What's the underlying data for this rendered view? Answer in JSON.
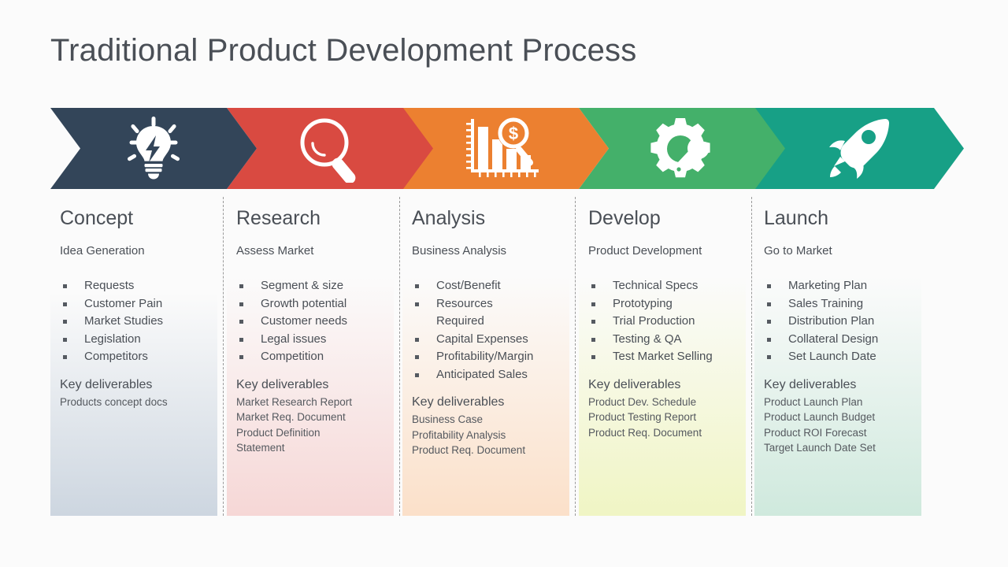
{
  "title": "Traditional Product Development Process",
  "accent_colors": {
    "concept": "#334559",
    "research": "#d94a41",
    "analysis": "#ec8030",
    "develop": "#44b06a",
    "launch": "#17a086",
    "title_text": "#4a4f56",
    "background": "#fbfbfb"
  },
  "key_deliverables_label": "Key deliverables",
  "stages": [
    {
      "name": "Concept",
      "subtitle": "Idea Generation",
      "icon": "lightbulb-icon",
      "color": "#334559",
      "items": [
        "Requests",
        "Customer Pain",
        "Market Studies",
        "Legislation",
        "Competitors"
      ],
      "deliverables_title": "Key deliverables",
      "deliverables": [
        "Products concept docs"
      ]
    },
    {
      "name": "Research",
      "subtitle": "Assess Market",
      "icon": "magnifier-icon",
      "color": "#d94a41",
      "items": [
        "Segment & size",
        "Growth potential",
        "Customer needs",
        "Legal issues",
        "Competition"
      ],
      "deliverables_title": "Key deliverables",
      "deliverables": [
        "Market Research Report",
        "Market Req. Document",
        "Product Definition",
        "Statement"
      ]
    },
    {
      "name": "Analysis",
      "subtitle": "Business Analysis",
      "icon": "bar-chart-dollar-magnifier-icon",
      "color": "#ec8030",
      "items": [
        "Cost/Benefit",
        "Resources",
        "Required",
        "Capital Expenses",
        "Profitability/Margin",
        "Anticipated Sales"
      ],
      "continuation_indexes": [
        2
      ],
      "deliverables_title": "Key deliverables",
      "deliverables": [
        "Business Case",
        "Profitability Analysis",
        "Product Req. Document"
      ]
    },
    {
      "name": "Develop",
      "subtitle": "Product Development",
      "icon": "gear-wrench-icon",
      "color": "#44b06a",
      "items": [
        "Technical Specs",
        "Prototyping",
        "Trial Production",
        "Testing & QA",
        "Test Market Selling"
      ],
      "deliverables_title": "Key deliverables",
      "deliverables": [
        "Product Dev. Schedule",
        "Product Testing Report",
        "Product Req. Document"
      ]
    },
    {
      "name": "Launch",
      "subtitle": "Go to Market",
      "icon": "rocket-icon",
      "color": "#17a086",
      "items": [
        "Marketing Plan",
        "Sales Training",
        "Distribution Plan",
        "Collateral Design",
        "Set Launch Date"
      ],
      "deliverables_title": "Key deliverables",
      "deliverables": [
        "Product Launch Plan",
        "Product Launch Budget",
        "Product ROI Forecast",
        "Target Launch Date Set"
      ]
    }
  ]
}
